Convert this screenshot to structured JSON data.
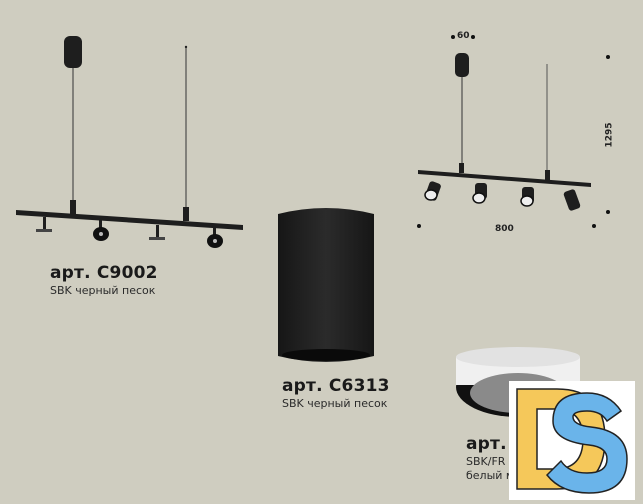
{
  "products": [
    {
      "article": "арт. C9002",
      "description": "SBK черный песок"
    },
    {
      "article": "арт. C6313",
      "description": "SBK черный песок"
    },
    {
      "article": "арт. N",
      "description_lines": [
        "SBK/FR",
        "белый м"
      ]
    }
  ],
  "dimensions": {
    "width": "800",
    "height": "1295",
    "canopy": "60"
  },
  "logo": {
    "text": "DS",
    "colors": {
      "d": "#f5c85a",
      "s": "#6ab4ea"
    }
  },
  "colors": {
    "background": "#cfcdc0",
    "fixture": "#1e1e1e"
  }
}
